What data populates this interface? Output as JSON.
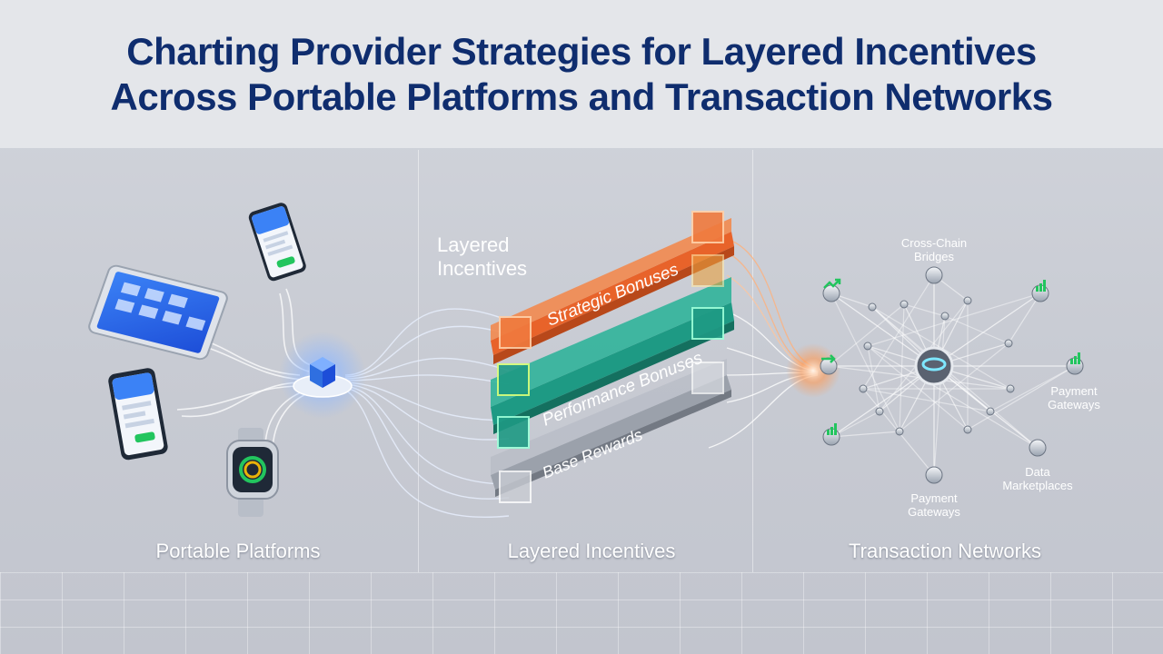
{
  "header": {
    "title_line1": "Charting Provider Strategies for Layered Incentives",
    "title_line2": "Across Portable Platforms and Transaction Networks"
  },
  "sections": {
    "portable": "Portable Platforms",
    "incentives": "Layered Incentives",
    "networks": "Transaction Networks"
  },
  "incentives": {
    "heading_line1": "Layered",
    "heading_line2": "Incentives",
    "layers": [
      {
        "label": "Strategic Bonuses",
        "color": "#e8632a"
      },
      {
        "label": "Performance Bonuses",
        "color": "#1e9a84"
      },
      {
        "label": "Base Rewards",
        "color": "#8a8f98"
      }
    ]
  },
  "network": {
    "labels": {
      "bridges_line1": "Cross-Chain",
      "bridges_line2": "Bridges",
      "gateways_right_line1": "Payment",
      "gateways_right_line2": "Gateways",
      "marketplaces_line1": "Data",
      "marketplaces_line2": "Marketplaces",
      "gateways_bottom_line1": "Payment",
      "gateways_bottom_line2": "Gateways"
    }
  },
  "devices": [
    "tablet-icon",
    "phone-icon",
    "phone-icon",
    "smartwatch-icon",
    "hub-cube-icon"
  ],
  "colors": {
    "title": "#0f2d6e",
    "accent_blue": "#2f6fe0",
    "orange": "#e8632a",
    "teal": "#1e9a84"
  }
}
